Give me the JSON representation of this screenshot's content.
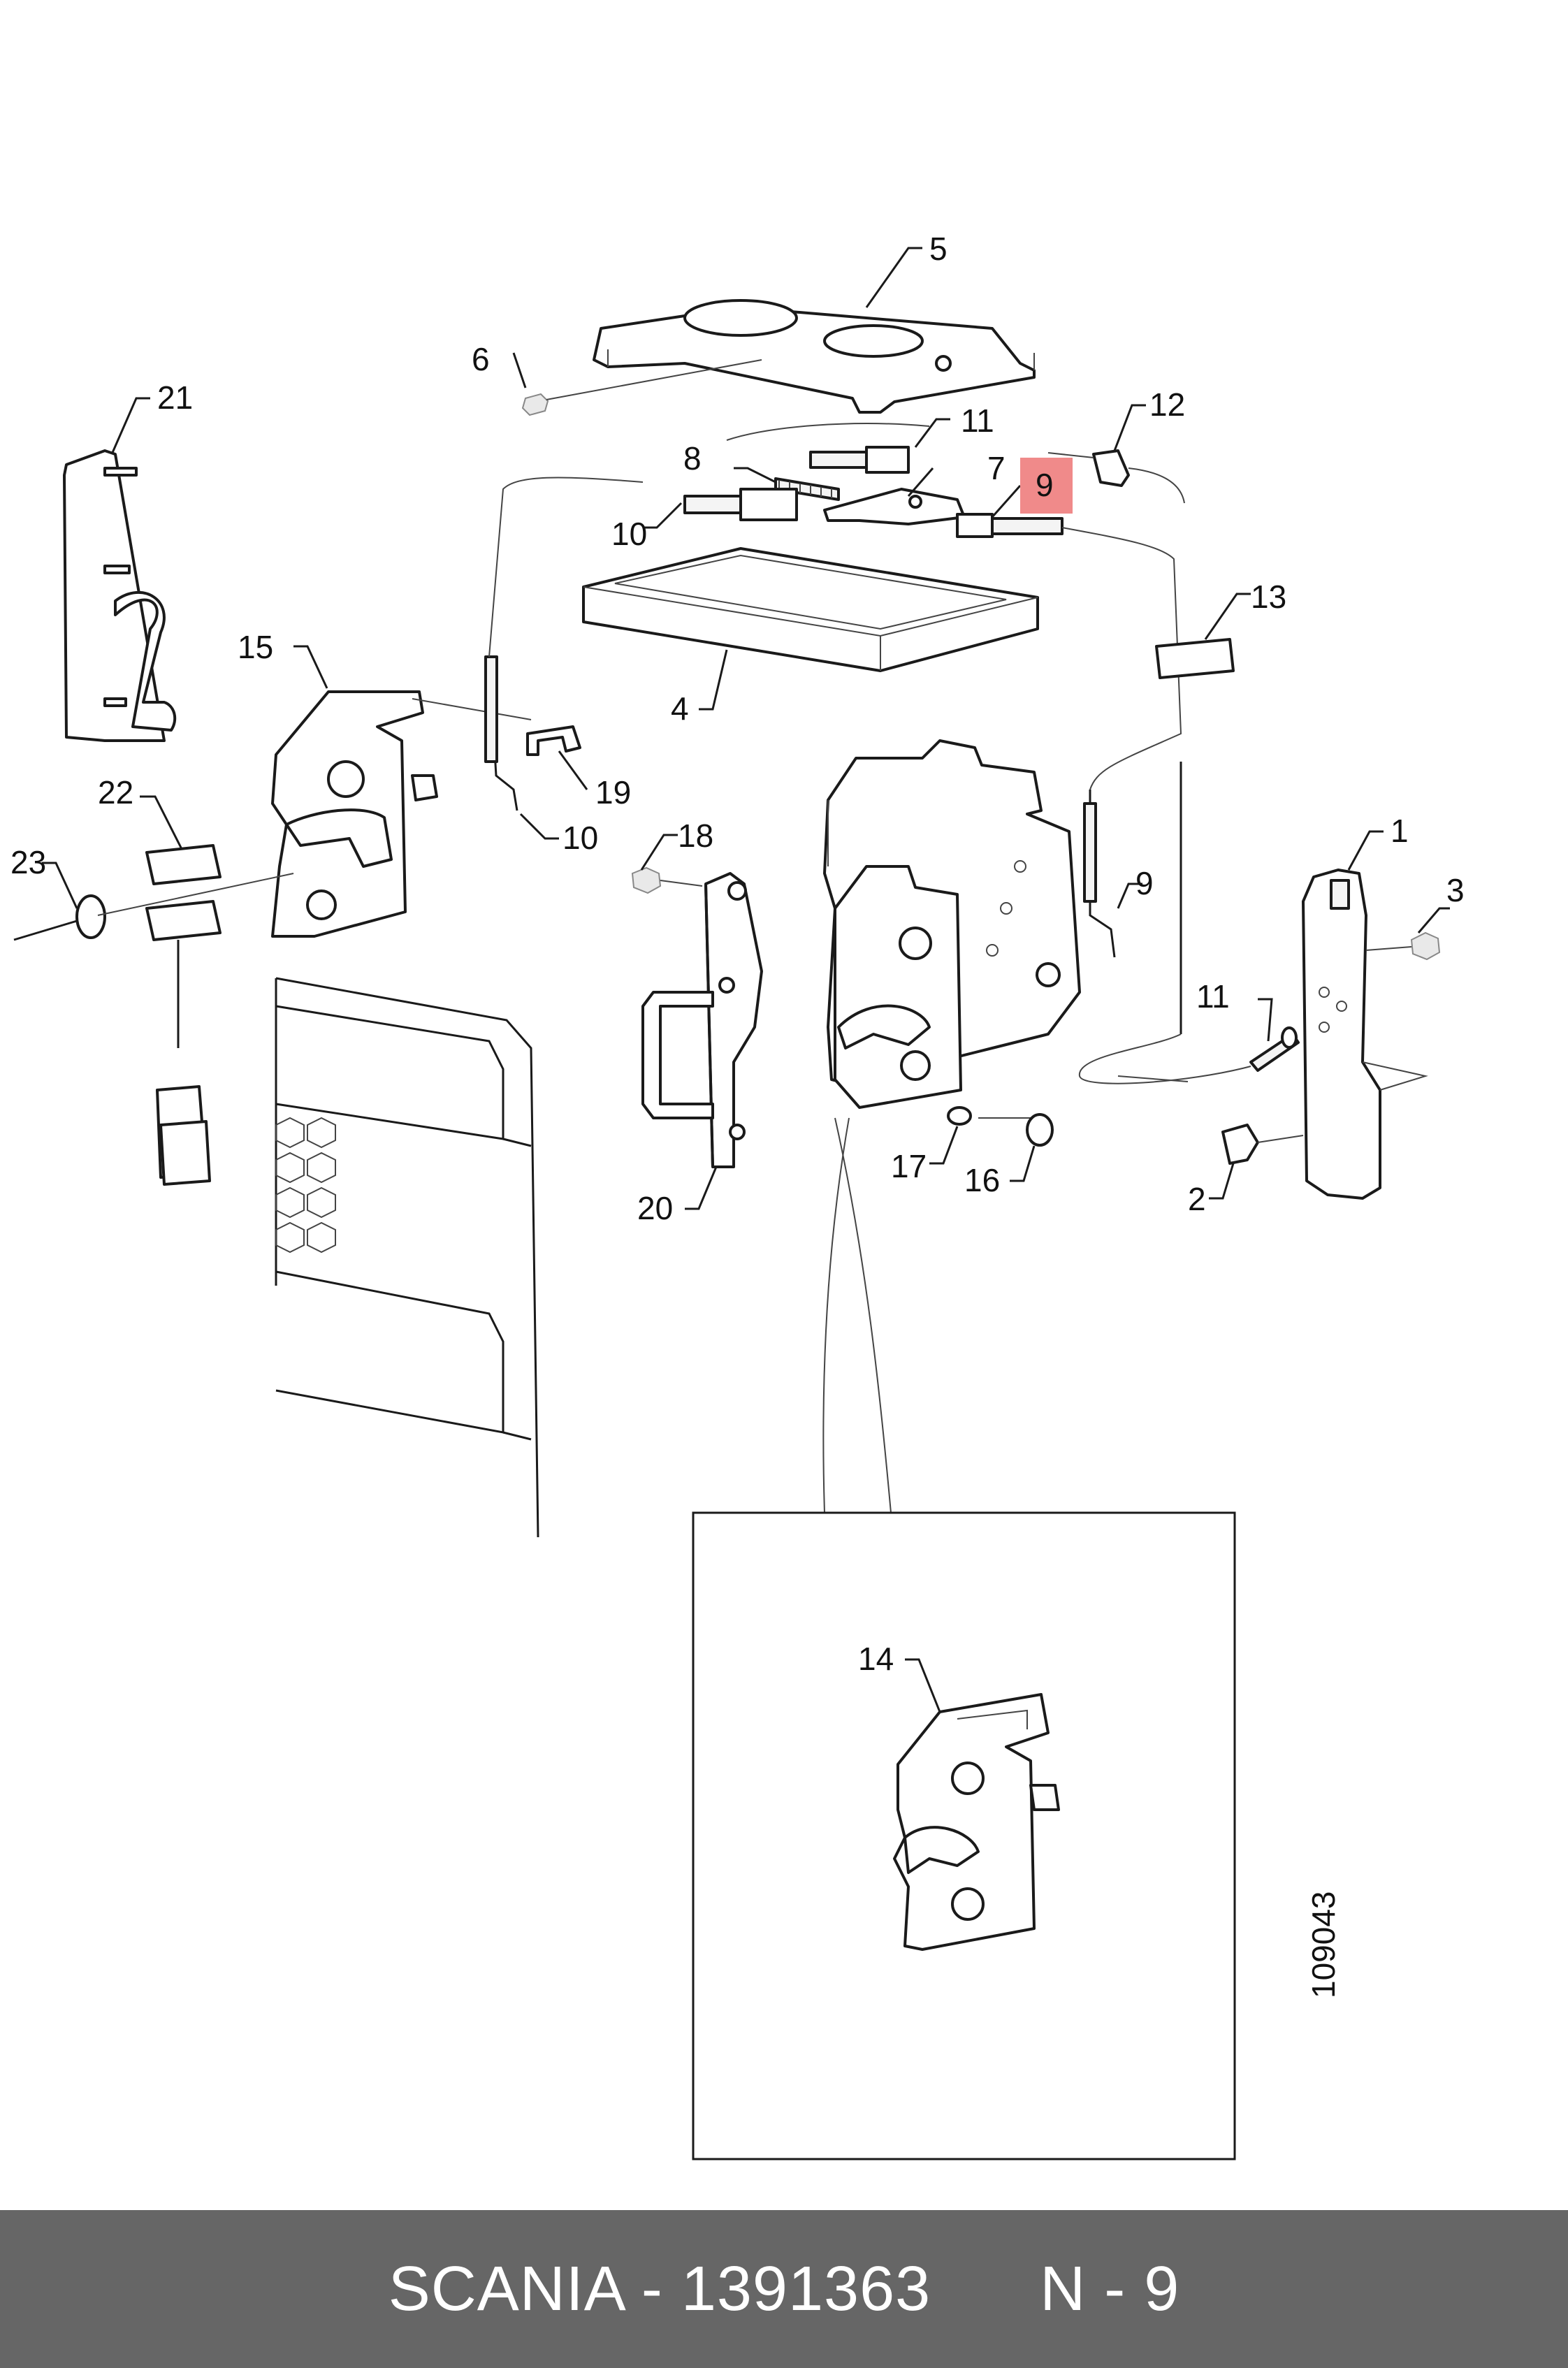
{
  "callouts": {
    "c1": "1",
    "c2": "2",
    "c3": "3",
    "c4": "4",
    "c5": "5",
    "c6": "6",
    "c7": "7",
    "c8": "8",
    "c9_highlight": "9",
    "c9": "9",
    "c10_top": "10",
    "c10_bottom": "10",
    "c11_top": "11",
    "c11_right": "11",
    "c12": "12",
    "c13": "13",
    "c14": "14",
    "c15": "15",
    "c16": "16",
    "c17": "17",
    "c18": "18",
    "c19": "19",
    "c20": "20",
    "c21": "21",
    "c22": "22",
    "c23": "23"
  },
  "drawing_number": "109043",
  "footer": {
    "text": "SCANIA - 1391363      N - 9"
  },
  "colors": {
    "highlight": "#f08a8a",
    "footer_bg": "#666666",
    "footer_text": "#ffffff"
  }
}
